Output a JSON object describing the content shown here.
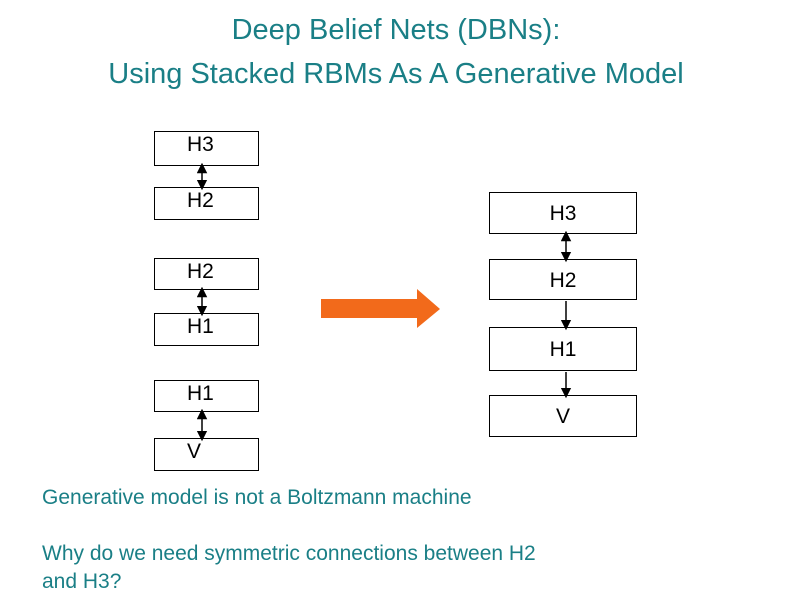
{
  "title": {
    "line1": "Deep Belief Nets (DBNs):",
    "line2": "Using Stacked RBMs As A Generative Model"
  },
  "left_stack": {
    "rbm_top": {
      "upper": "H3",
      "lower": "H2"
    },
    "rbm_middle": {
      "upper": "H2",
      "lower": "H1"
    },
    "rbm_bottom": {
      "upper": "H1",
      "lower": "V"
    }
  },
  "right_stack": {
    "layers": [
      "H3",
      "H2",
      "H1",
      "V"
    ]
  },
  "transform_arrow": {
    "color": "#f26a1b"
  },
  "captions": {
    "generative": "Generative model is not a Boltzmann machine",
    "question_line1": "Why do we need symmetric connections between H2",
    "question_line2": "and H3?"
  },
  "colors": {
    "title": "#1a7f86",
    "caption": "#1a7f86",
    "arrow": "#f26a1b",
    "box_border": "#000000"
  }
}
